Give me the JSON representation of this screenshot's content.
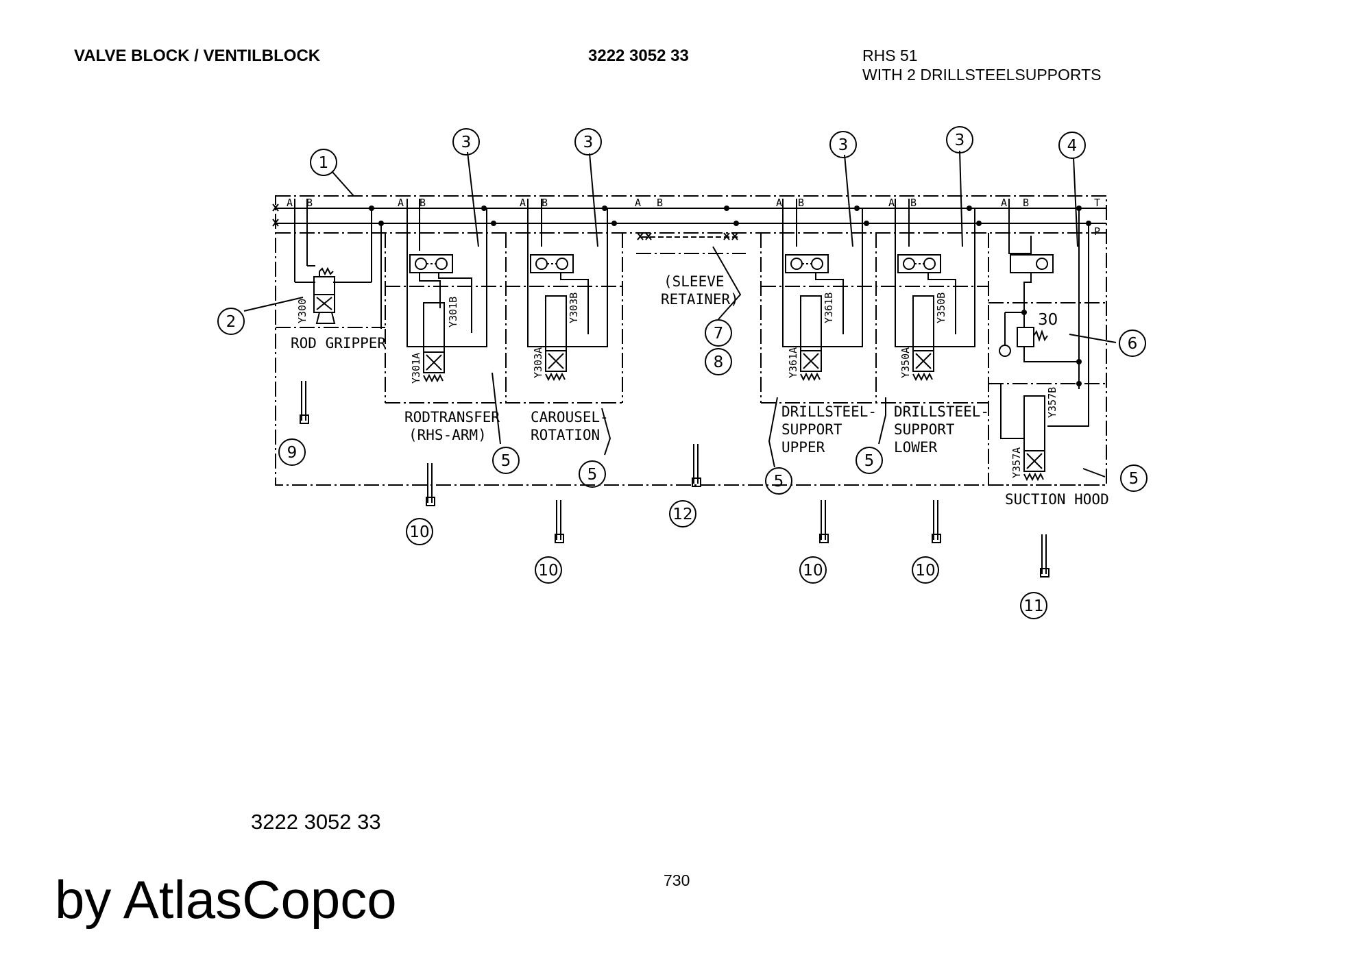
{
  "header": {
    "title": "VALVE BLOCK / VENTILBLOCK",
    "part_number": "3222 3052 33",
    "model": "RHS 51",
    "variant": "WITH 2 DRILLSTEELSUPPORTS"
  },
  "footer": {
    "part_number": "3222 3052 33",
    "brand": "by AtlasCopco",
    "page_number": "730"
  },
  "diagram": {
    "port_labels": {
      "a": "A",
      "b": "B",
      "t": "T",
      "p": "P"
    },
    "sections": [
      {
        "line1": "ROD GRIPPER",
        "line2": "",
        "line3": ""
      },
      {
        "line1": "RODTRANSFER",
        "line2": "(RHS-ARM)",
        "line3": ""
      },
      {
        "line1": "CAROUSEL-",
        "line2": "ROTATION",
        "line3": ""
      },
      {
        "line1": "(SLEEVE",
        "line2": "RETAINER)",
        "line3": ""
      },
      {
        "line1": "DRILLSTEEL-",
        "line2": "SUPPORT",
        "line3": "UPPER"
      },
      {
        "line1": "DRILLSTEEL-",
        "line2": "SUPPORT",
        "line3": "LOWER"
      },
      {
        "line1": "SUCTION HOOD",
        "line2": "",
        "line3": ""
      }
    ],
    "solenoids": [
      "Y300",
      "Y301A",
      "Y301B",
      "Y303A",
      "Y303B",
      "Y361A",
      "Y361B",
      "Y350A",
      "Y350B",
      "Y357A",
      "Y357B"
    ],
    "pressure_setting": "30",
    "callouts": [
      "1",
      "2",
      "3",
      "3",
      "3",
      "3",
      "4",
      "5",
      "5",
      "5",
      "5",
      "5",
      "6",
      "7",
      "8",
      "9",
      "10",
      "10",
      "10",
      "10",
      "11",
      "12"
    ]
  }
}
